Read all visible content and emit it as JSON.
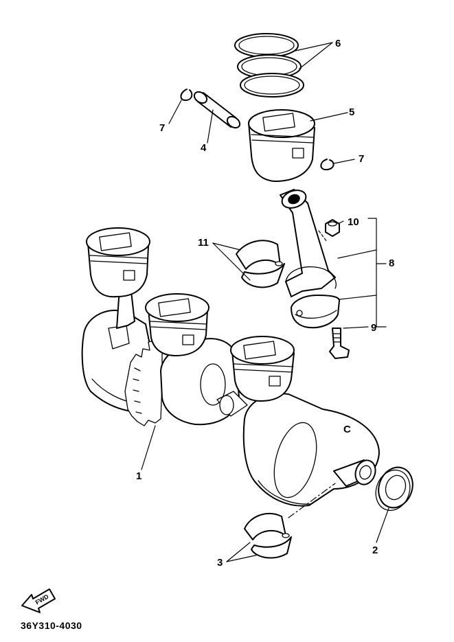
{
  "callouts": {
    "c1": "1",
    "c2": "2",
    "c3": "3",
    "c4": "4",
    "c5": "5",
    "c6": "6",
    "c7a": "7",
    "c7b": "7",
    "c8": "8",
    "c9": "9",
    "c10": "10",
    "c11": "11"
  },
  "crank_mark": "C",
  "fwd_label": "FWD",
  "diagram_code": "36Y310-4030"
}
